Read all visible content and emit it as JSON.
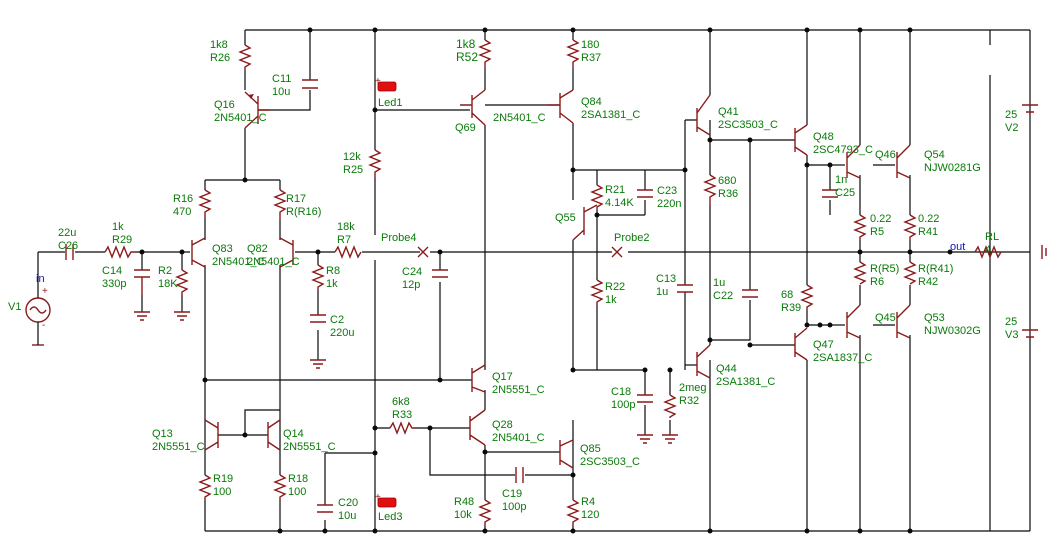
{
  "labels": [
    {
      "id": "R26",
      "t": "1k8",
      "t2": "R26"
    },
    {
      "id": "C11",
      "t": "C11",
      "t2": "10u"
    },
    {
      "id": "R52",
      "t": "1k8",
      "t2": "R52"
    },
    {
      "id": "R37",
      "t": "180",
      "t2": "R37"
    },
    {
      "id": "Q16",
      "t": "Q16",
      "t2": "2N5401_C"
    },
    {
      "id": "Led1",
      "t": "Led1"
    },
    {
      "id": "Q69",
      "t": "Q69"
    },
    {
      "id": "Q69p",
      "t": "2N5401_C"
    },
    {
      "id": "Q84",
      "t": "Q84",
      "t2": "2SA1381_C"
    },
    {
      "id": "Q41",
      "t": "Q41",
      "t2": "2SC3503_C"
    },
    {
      "id": "Q48",
      "t": "Q48",
      "t2": "2SC4793_C"
    },
    {
      "id": "Q46",
      "t": "Q46"
    },
    {
      "id": "Q54",
      "t": "Q54",
      "t2": "NJW0281G"
    },
    {
      "id": "V2",
      "t": "25",
      "t2": "V2"
    },
    {
      "id": "R25",
      "t": "12k",
      "t2": "R25"
    },
    {
      "id": "R16",
      "t": "R16",
      "t2": "470"
    },
    {
      "id": "R17",
      "t": "R17",
      "t2": "R(R16)"
    },
    {
      "id": "Q83",
      "t": "Q83",
      "t2": "2N5401_C"
    },
    {
      "id": "Q82",
      "t": "Q82",
      "t2": "2N5401_C"
    },
    {
      "id": "R21",
      "t": "R21",
      "t2": "4.14K"
    },
    {
      "id": "C23",
      "t": "C23",
      "t2": "220n"
    },
    {
      "id": "Q55",
      "t": "Q55"
    },
    {
      "id": "R36",
      "t": "680",
      "t2": "R36"
    },
    {
      "id": "C25",
      "t": "1n",
      "t2": "C25"
    },
    {
      "id": "R5",
      "t": "0.22",
      "t2": "R5"
    },
    {
      "id": "R41",
      "t": "0.22",
      "t2": "R41"
    },
    {
      "id": "C26",
      "t": "22u",
      "t2": "C26"
    },
    {
      "id": "R29",
      "t": "1k",
      "t2": "R29"
    },
    {
      "id": "R7",
      "t": "18k",
      "t2": "R7"
    },
    {
      "id": "Probe4",
      "t": "Probe4"
    },
    {
      "id": "Probe2",
      "t": "Probe2"
    },
    {
      "id": "out",
      "t": "out"
    },
    {
      "id": "RL",
      "t": "RL",
      "t2": "4"
    },
    {
      "id": "C14",
      "t": "C14",
      "t2": "330p"
    },
    {
      "id": "R2",
      "t": "R2",
      "t2": "18K"
    },
    {
      "id": "R8",
      "t": "R8",
      "t2": "1k"
    },
    {
      "id": "C24",
      "t": "C24",
      "t2": "12p"
    },
    {
      "id": "R6",
      "t": "R(R5)",
      "t2": "R6"
    },
    {
      "id": "R42",
      "t": "R(R41)",
      "t2": "R42"
    },
    {
      "id": "in",
      "t": "in"
    },
    {
      "id": "V1",
      "t": "V1"
    },
    {
      "id": "R22",
      "t": "R22",
      "t2": "1k"
    },
    {
      "id": "C13",
      "t": "C13",
      "t2": "1u"
    },
    {
      "id": "C22",
      "t": "1u",
      "t2": "C22"
    },
    {
      "id": "R39",
      "t": "68",
      "t2": "R39"
    },
    {
      "id": "C2",
      "t": "C2",
      "t2": "220u"
    },
    {
      "id": "Q47",
      "t": "Q47",
      "t2": "2SA1837_C"
    },
    {
      "id": "Q45",
      "t": "Q45"
    },
    {
      "id": "Q53",
      "t": "Q53",
      "t2": "NJW0302G"
    },
    {
      "id": "V3",
      "t": "25",
      "t2": "V3"
    },
    {
      "id": "Q17",
      "t": "Q17",
      "t2": "2N5551_C"
    },
    {
      "id": "Q44",
      "t": "Q44",
      "t2": "2SA1381_C"
    },
    {
      "id": "C18",
      "t": "C18",
      "t2": "100p"
    },
    {
      "id": "R32",
      "t": "2meg",
      "t2": "R32"
    },
    {
      "id": "R33",
      "t": "6k8",
      "t2": "R33"
    },
    {
      "id": "Q13",
      "t": "Q13",
      "t2": "2N5551_C"
    },
    {
      "id": "Q14",
      "t": "Q14",
      "t2": "2N5551_C"
    },
    {
      "id": "Q28",
      "t": "Q28",
      "t2": "2N5401_C"
    },
    {
      "id": "Q85",
      "t": "Q85",
      "t2": "2SC3503_C"
    },
    {
      "id": "C19",
      "t": "C19",
      "t2": "100p"
    },
    {
      "id": "R19",
      "t": "R19",
      "t2": "100"
    },
    {
      "id": "R18",
      "t": "R18",
      "t2": "100"
    },
    {
      "id": "C20",
      "t": "C20",
      "t2": "10u"
    },
    {
      "id": "Led3",
      "t": "Led3"
    },
    {
      "id": "R48",
      "t": "R48",
      "t2": "10k"
    },
    {
      "id": "R4",
      "t": "R4",
      "t2": "120"
    }
  ]
}
